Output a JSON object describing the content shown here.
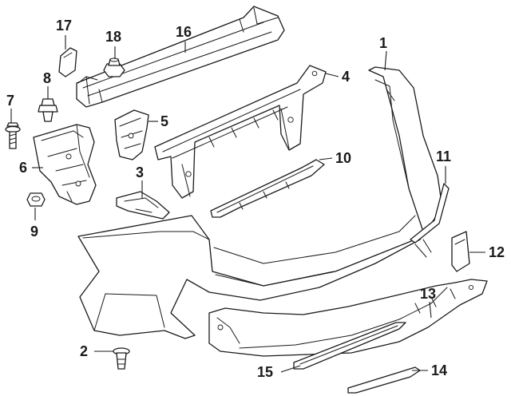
{
  "callouts": [
    {
      "id": "1",
      "label": "1"
    },
    {
      "id": "2",
      "label": "2"
    },
    {
      "id": "3",
      "label": "3"
    },
    {
      "id": "4",
      "label": "4"
    },
    {
      "id": "5",
      "label": "5"
    },
    {
      "id": "6",
      "label": "6"
    },
    {
      "id": "7",
      "label": "7"
    },
    {
      "id": "8",
      "label": "8"
    },
    {
      "id": "9",
      "label": "9"
    },
    {
      "id": "10",
      "label": "10"
    },
    {
      "id": "11",
      "label": "11"
    },
    {
      "id": "12",
      "label": "12"
    },
    {
      "id": "13",
      "label": "13"
    },
    {
      "id": "14",
      "label": "14"
    },
    {
      "id": "15",
      "label": "15"
    },
    {
      "id": "16",
      "label": "16"
    },
    {
      "id": "17",
      "label": "17"
    },
    {
      "id": "18",
      "label": "18"
    }
  ],
  "colors": {
    "line": "#1a1a1a",
    "fill": "#ffffff"
  }
}
